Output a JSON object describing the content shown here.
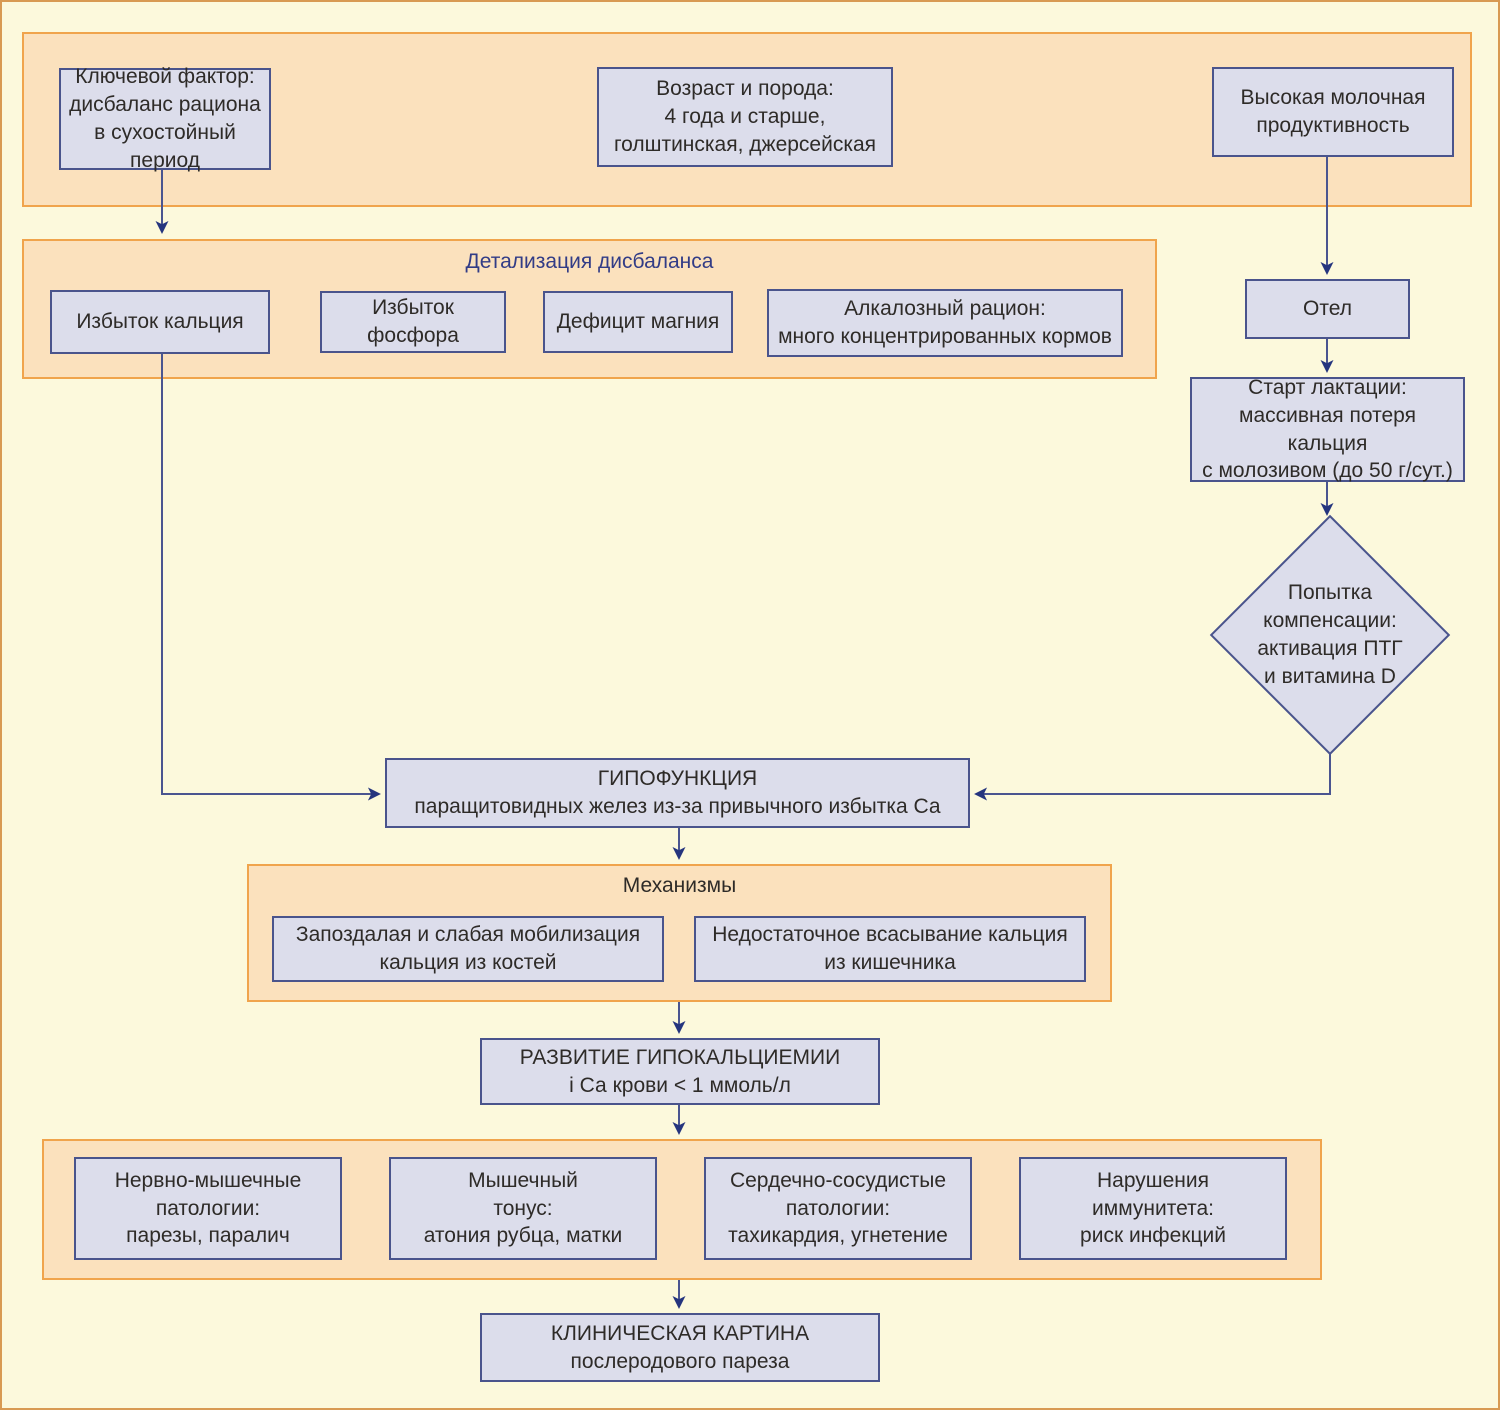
{
  "colors": {
    "page_bg": "#fcf9dc",
    "page_border": "#d89a52",
    "panel_fill": "#fbe1bd",
    "panel_border": "#f0a44c",
    "node_fill": "#dcddeb",
    "node_border": "#4a548c",
    "title_navy": "#323c86",
    "text_dark": "#2e2b28",
    "arrow_line": "#4a5590",
    "arrow_head": "#25357e"
  },
  "nodes": {
    "key_factor": "Ключевой фактор:\nдисбаланс рациона\nв сухостойный период",
    "age_breed": "Возраст и порода:\n4 года и старше,\nголштинская, джерсейская",
    "high_yield": "Высокая молочная\nпродуктивность",
    "detail_title": "Детализация дисбаланса",
    "excess_ca": "Избыток кальция",
    "excess_p": "Избыток фосфора",
    "mg_deficit": "Дефицит магния",
    "alkaline_ration": "Алкалозный рацион:\nмного концентрированных кормов",
    "calving": "Отел",
    "lactation_start": "Старт лактации:\nмассивная потеря кальция\nс молозивом (до 50 г/сут.)",
    "compensation": "Попытка\nкомпенсации:\nактивация ПТГ\nи витамина D",
    "hypofunction": "ГИПОФУНКЦИЯ\nпаращитовидных желез из-за привычного избытка Са",
    "mechanisms_title": "Механизмы",
    "mobilization": "Запоздалая и слабая мобилизация\nкальция из костей",
    "absorption": "Недостаточное всасывание кальция\nиз кишечника",
    "hypocalcemia": "РАЗВИТИЕ ГИПОКАЛЬЦИЕМИИ\ni Са крови < 1 ммоль/л",
    "neuro": "Нервно-мышечные\nпатологии:\nпарезы, паралич",
    "muscle_tone": "Мышечный\nтонус:\nатония рубца, матки",
    "cardio": "Сердечно-сосудистые\nпатологии:\nтахикардия, угнетение",
    "immunity": "Нарушения\nиммунитета:\nриск инфекций",
    "clinical": "КЛИНИЧЕСКАЯ КАРТИНА\nпослеродового пареза"
  }
}
